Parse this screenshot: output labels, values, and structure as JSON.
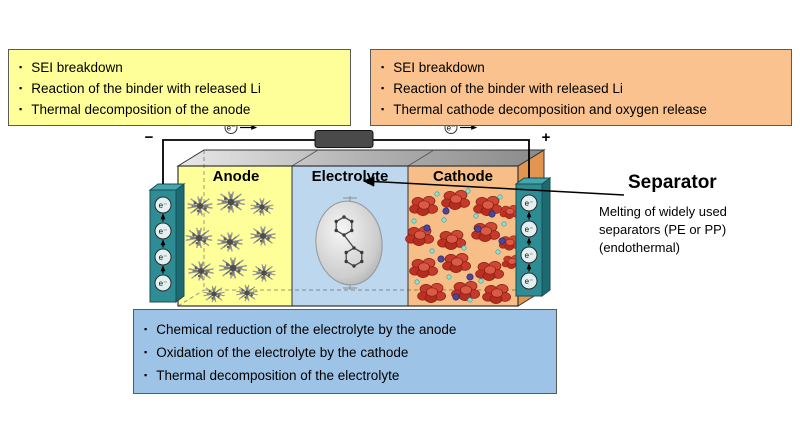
{
  "bullet": "▪",
  "boxes": {
    "anode": {
      "items": [
        "SEI breakdown",
        "Reaction of the binder with released Li",
        "Thermal decomposition of the anode"
      ]
    },
    "cathode": {
      "items": [
        "SEI breakdown",
        "Reaction of the binder with released Li",
        "Thermal cathode decomposition and oxygen release"
      ]
    },
    "electrolyte": {
      "items": [
        "Chemical reduction of the electrolyte by the anode",
        "Oxidation of the electrolyte by the cathode",
        "Thermal decomposition of the electrolyte"
      ]
    }
  },
  "battery": {
    "anode_label": "Anode",
    "electrolyte_label": "Electrolyte",
    "cathode_label": "Cathode",
    "minus_terminal": "−",
    "plus_terminal": "+",
    "electron_symbol": "e⁻"
  },
  "separator": {
    "title": "Separator",
    "description": "Melting of widely used separators (PE or PP) (endothermal)"
  },
  "colors": {
    "anode_note_bg": "#FFFF99",
    "cathode_note_bg": "#FAC28E",
    "electrolyte_note_bg": "#9DC3E6",
    "anode_section": "#FFFF99",
    "electrolyte_section": "#BDD7EE",
    "cathode_section": "#F7BE87",
    "current_collector": "#2E8C94",
    "particle_red": "#C7392A"
  }
}
